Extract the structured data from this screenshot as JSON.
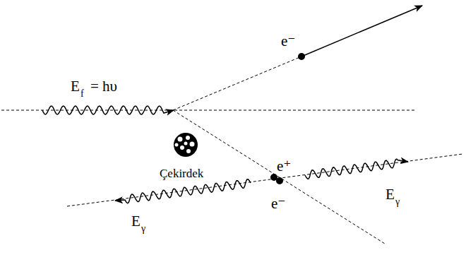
{
  "diagram": {
    "labels": [
      "E",
      "f",
      "= hυ",
      "e⁻",
      "Çekirdek",
      "e⁺",
      "e⁻",
      "E",
      "γ",
      "E",
      "γ"
    ]
  }
}
